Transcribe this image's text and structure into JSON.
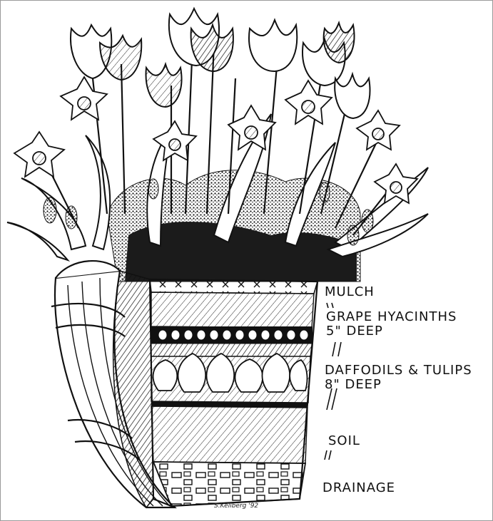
{
  "labels": {
    "mulch": "MULCH",
    "grape_line1": "GRAPE HYACINTHS",
    "grape_line2": "5\" DEEP",
    "daff_line1": "DAFFODILS & TULIPS",
    "daff_line2": "8\" DEEP",
    "soil": "SOIL",
    "drainage": "DRAINAGE"
  },
  "signature": "S.Kellberg '92",
  "colors": {
    "ink": "#111111",
    "paper": "#ffffff",
    "frame": "#9a9a9a"
  }
}
